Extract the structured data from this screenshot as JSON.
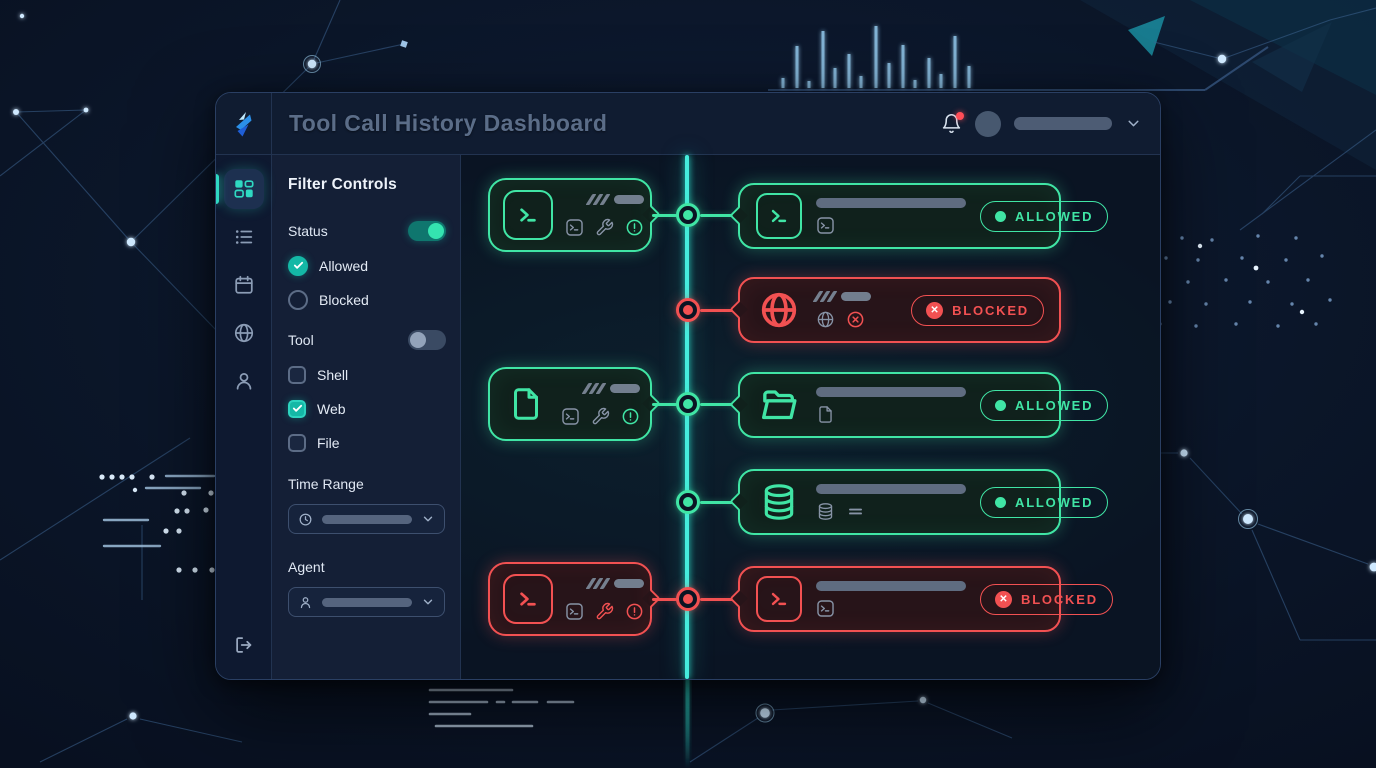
{
  "app": {
    "title": "Tool Call History Dashboard"
  },
  "header": {
    "notifications": {
      "icon": "bell",
      "unread": true
    },
    "user_menu": {
      "avatar": "avatar",
      "chevron": "chevron-down"
    }
  },
  "sidebar": {
    "items": [
      {
        "id": "dashboard",
        "icon": "dashboard-grid-icon",
        "active": true
      },
      {
        "id": "history",
        "icon": "list-icon",
        "active": false
      },
      {
        "id": "schedule",
        "icon": "calendar-icon",
        "active": false
      },
      {
        "id": "web",
        "icon": "globe-icon",
        "active": false
      },
      {
        "id": "agents",
        "icon": "user-icon",
        "active": false
      }
    ],
    "logout": {
      "icon": "logout-icon"
    }
  },
  "filters": {
    "title": "Filter Controls",
    "status": {
      "label": "Status",
      "enabled": true,
      "options": [
        {
          "label": "Allowed",
          "selected": true
        },
        {
          "label": "Blocked",
          "selected": false
        }
      ]
    },
    "tool": {
      "label": "Tool",
      "enabled": false,
      "options": [
        {
          "label": "Shell",
          "checked": false
        },
        {
          "label": "Web",
          "checked": true
        },
        {
          "label": "File",
          "checked": false
        }
      ]
    },
    "time_range": {
      "label": "Time Range",
      "icon": "clock-icon"
    },
    "agent": {
      "label": "Agent",
      "icon": "user-icon"
    }
  },
  "timeline": {
    "rows": [
      {
        "status": "allowed",
        "is_blocked": false,
        "tool": "shell",
        "badge_label": "ALLOWED",
        "left_card": true,
        "left_icon": "terminal",
        "right_icon": "terminal",
        "right_sub_icons": [
          "terminal"
        ]
      },
      {
        "status": "blocked",
        "is_blocked": true,
        "tool": "web",
        "badge_label": "BLOCKED",
        "left_card": false,
        "left_icon": null,
        "right_icon": "globe",
        "right_sub_icons": [
          "globe",
          "x-circle"
        ]
      },
      {
        "status": "allowed",
        "is_blocked": false,
        "tool": "file",
        "badge_label": "ALLOWED",
        "left_card": true,
        "left_icon": "file",
        "right_icon": "folder",
        "right_sub_icons": [
          "file"
        ]
      },
      {
        "status": "allowed",
        "is_blocked": false,
        "tool": "database",
        "badge_label": "ALLOWED",
        "left_card": false,
        "left_icon": null,
        "right_icon": "database",
        "right_sub_icons": [
          "database",
          "equals"
        ]
      },
      {
        "status": "blocked",
        "is_blocked": true,
        "tool": "shell",
        "badge_label": "BLOCKED",
        "left_card": true,
        "left_icon": "terminal",
        "right_icon": "terminal",
        "right_sub_icons": [
          "terminal"
        ]
      }
    ]
  },
  "colors": {
    "allowed": "#40e5a5",
    "blocked": "#f25152",
    "timeline": "#45ecdd",
    "accent": "#2dd4bf",
    "notification": "#ff4d57"
  }
}
